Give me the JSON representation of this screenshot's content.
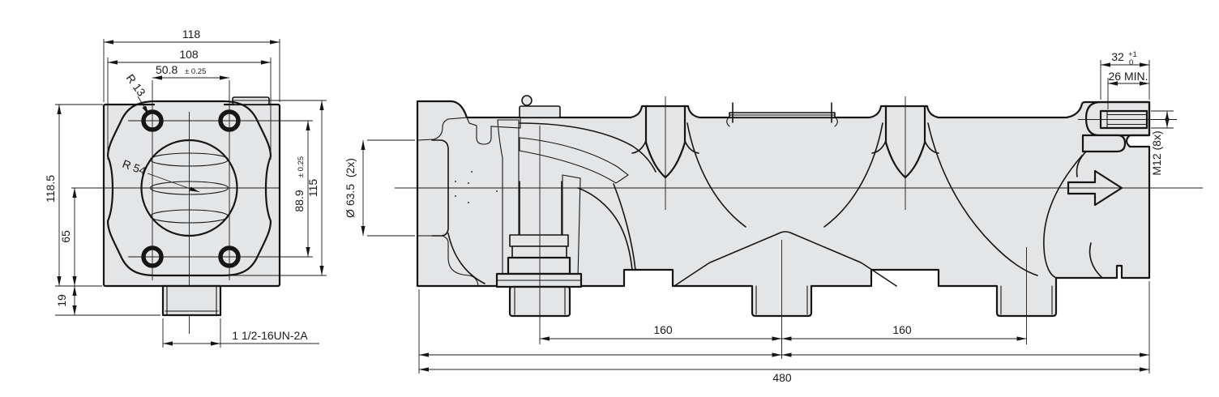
{
  "style": {
    "background": "#ffffff",
    "body_fill": "#e4e5e7",
    "line_color": "#151515",
    "hatch_color": "#333333"
  },
  "front_view": {
    "dims": {
      "body_width": "118",
      "flange_width": "108",
      "bolt_spacing_h": "50.8",
      "bolt_spacing_h_tol": "± 0.25",
      "corner_radius": "R 13",
      "pilot_radius": "R 54",
      "body_height": "118.5",
      "center_to_base": "65",
      "boss_height": "19",
      "bolt_spacing_v": "88.9",
      "bolt_spacing_v_tol": "± 0.25",
      "flange_height": "115",
      "port_thread": "1 1/2-16UN-2A"
    }
  },
  "section_view": {
    "dims": {
      "port_bore": "Ø 63.5  (2x)",
      "counterbore_depth": "32",
      "counterbore_tol_plus": "+1",
      "counterbore_tol_minus": "0",
      "thread_depth_min": "26 MIN.",
      "mounting_thread": "M12 (8x)",
      "port_pitch_left": "160",
      "port_pitch_right": "160",
      "overall_length": "480"
    }
  }
}
